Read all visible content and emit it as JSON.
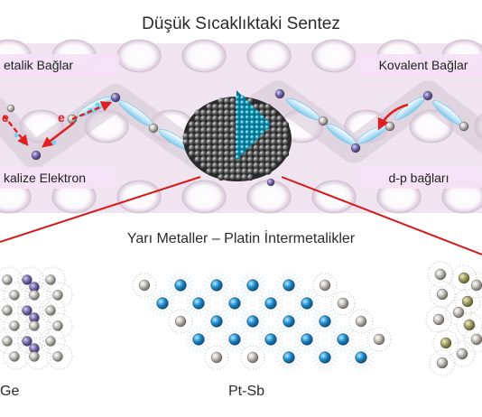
{
  "title": "Düşük Sıcaklıktaki Sentez",
  "labels": {
    "metallic": "etalik Bağlar",
    "covalent": "Kovalent Bağlar",
    "delocalized": "kalize Elektron",
    "dp": "d-p bağları"
  },
  "electron_symbol": "e",
  "subtitle": "Yarı Metaller – Platin İntermetalikler",
  "captions": {
    "left": "Ge",
    "middle": "Pt-Sb"
  },
  "colors": {
    "band_background": "#efe4ef",
    "label_background": "#f6e2f6",
    "bond_cyan": "#a9dcf5",
    "arrow_red": "#e02020",
    "pointer_red": "#d81818",
    "nanoparticle_core": "#1aa6c8",
    "atom_gray": "#8e8a84",
    "atom_blue": "#1f7fbf",
    "atom_purple": "#6a5e9a",
    "atom_olive": "#8f8e58"
  }
}
